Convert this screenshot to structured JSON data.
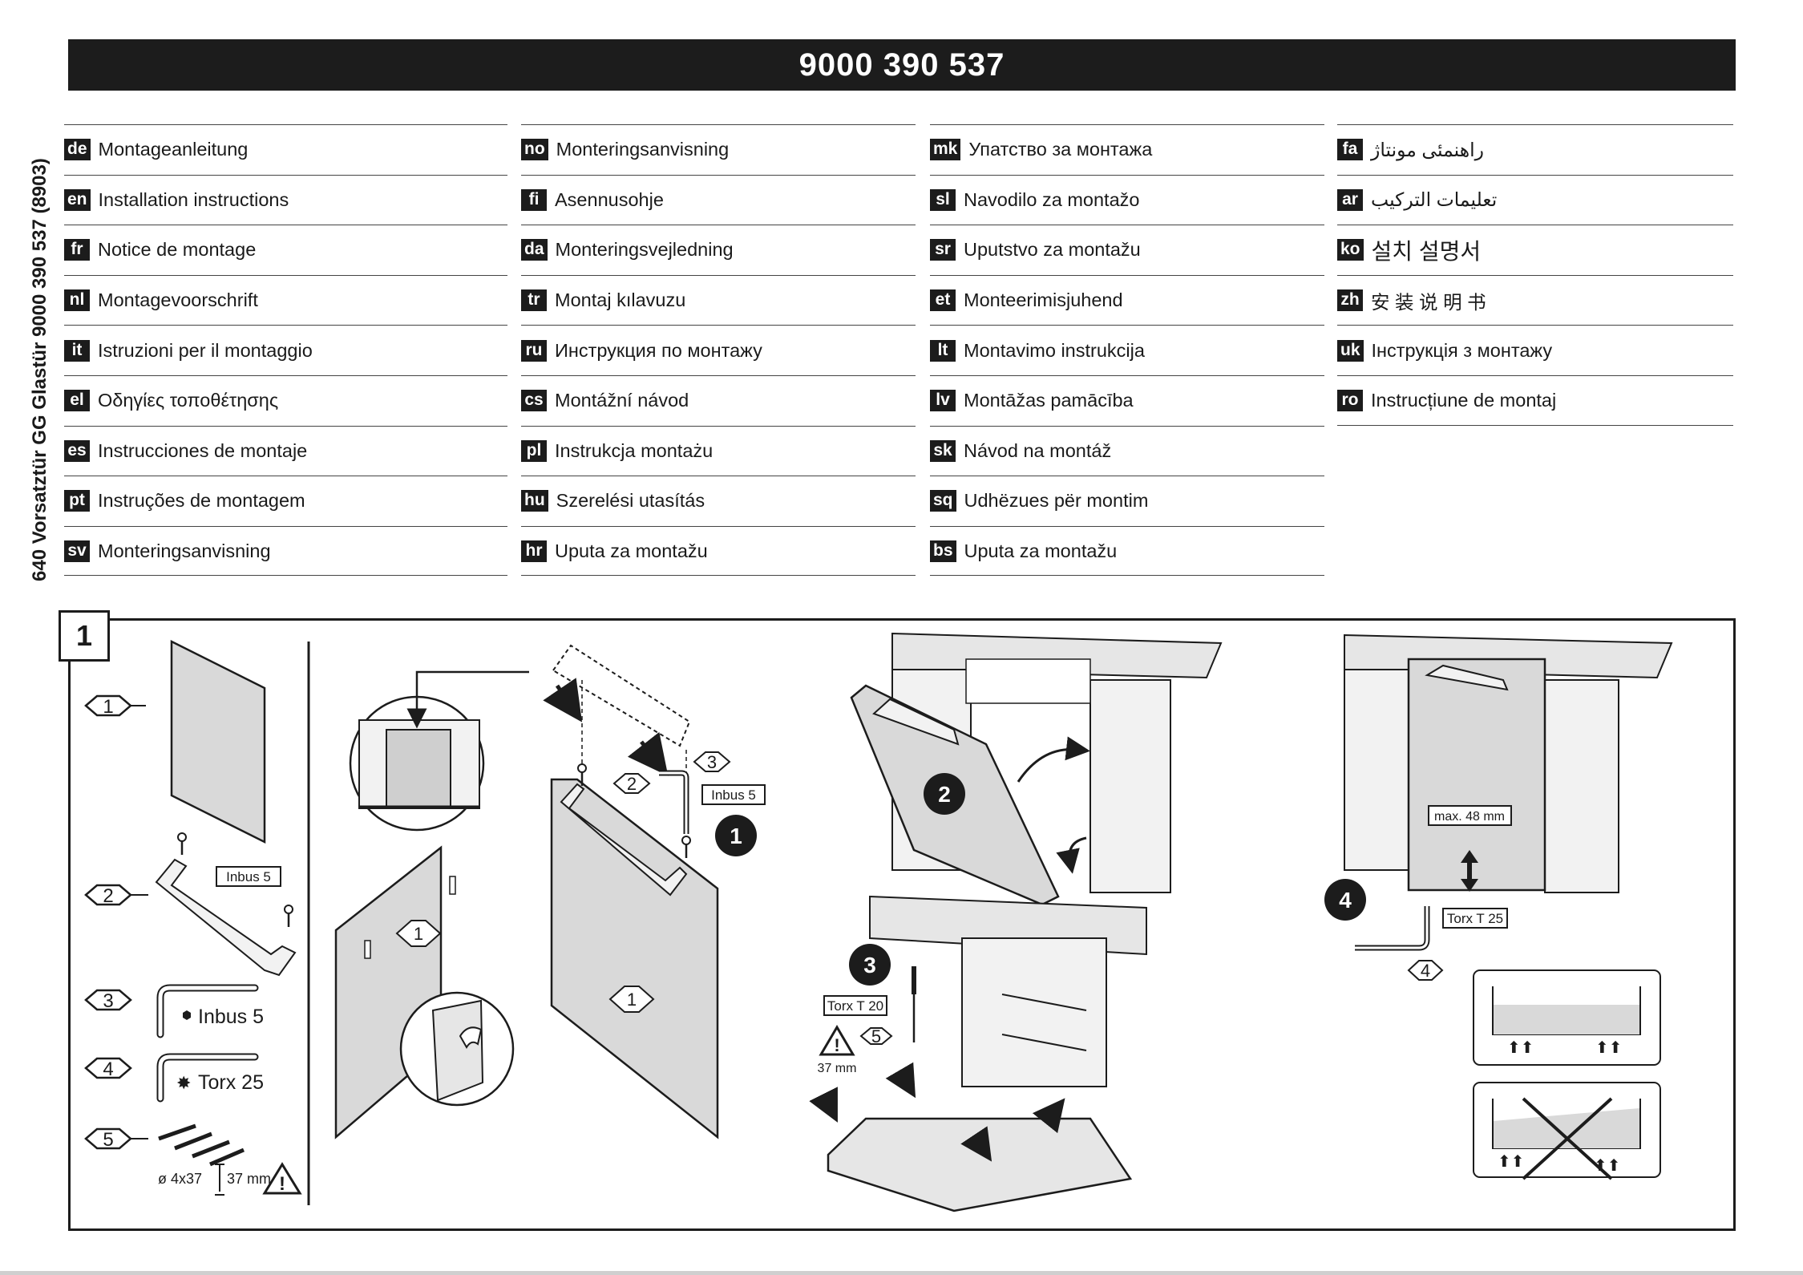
{
  "header": {
    "code": "9000 390 537"
  },
  "side_title": "640 Vorsatztür GG Glastür  9000 390 537  (8903)",
  "languages": [
    [
      {
        "code": "de",
        "label": "Montageanleitung"
      },
      {
        "code": "en",
        "label": "Installation instructions"
      },
      {
        "code": "fr",
        "label": "Notice de montage"
      },
      {
        "code": "nl",
        "label": "Montagevoorschrift"
      },
      {
        "code": "it",
        "label": "Istruzioni per il montaggio"
      },
      {
        "code": "el",
        "label": "Οδηγίες τοποθέτησης"
      },
      {
        "code": "es",
        "label": "Instrucciones de montaje"
      },
      {
        "code": "pt",
        "label": "Instruções de montagem"
      },
      {
        "code": "sv",
        "label": "Monteringsanvisning"
      }
    ],
    [
      {
        "code": "no",
        "label": "Monteringsanvisning"
      },
      {
        "code": "fi",
        "label": "Asennusohje"
      },
      {
        "code": "da",
        "label": "Monteringsvejledning"
      },
      {
        "code": "tr",
        "label": "Montaj kılavuzu"
      },
      {
        "code": "ru",
        "label": "Инструкция по монтажу"
      },
      {
        "code": "cs",
        "label": "Montážní návod"
      },
      {
        "code": "pl",
        "label": "Instrukcja montażu"
      },
      {
        "code": "hu",
        "label": "Szerelési utasítás"
      },
      {
        "code": "hr",
        "label": "Uputa za montažu"
      }
    ],
    [
      {
        "code": "mk",
        "label": "Упатство за монтажа"
      },
      {
        "code": "sl",
        "label": "Navodilo za montažo"
      },
      {
        "code": "sr",
        "label": "Uputstvo za montažu"
      },
      {
        "code": "et",
        "label": "Monteerimisjuhend"
      },
      {
        "code": "lt",
        "label": "Montavimo instrukcija"
      },
      {
        "code": "lv",
        "label": "Montāžas pamācība"
      },
      {
        "code": "sk",
        "label": "Návod na montáž"
      },
      {
        "code": "sq",
        "label": "Udhëzues për montim"
      },
      {
        "code": "bs",
        "label": "Uputa za montažu"
      }
    ],
    [
      {
        "code": "fa",
        "label": "راهنمئی مونتاژ"
      },
      {
        "code": "ar",
        "label": "تعليمات التركيب"
      },
      {
        "code": "ko",
        "label": "설치 설명서"
      },
      {
        "code": "zh",
        "label": "安 装 说 明 书"
      },
      {
        "code": "uk",
        "label": "Інструкція з монтажу"
      },
      {
        "code": "ro",
        "label": "Instrucțiune de montaj"
      }
    ]
  ],
  "figure": {
    "number": "1",
    "parts": {
      "p1": "1",
      "p2": "2",
      "p3": "3",
      "p4": "4",
      "p5": "5",
      "inbus_tag": "Inbus 5",
      "inbus_label": "Inbus 5",
      "torx_label": "Torx 25",
      "screw_size": "ø 4x37",
      "screw_len": "37 mm"
    },
    "step_a": {
      "part1a": "1",
      "part1b": "1",
      "part2": "2",
      "part3": "3",
      "inbus_tag": "Inbus 5",
      "step": "1"
    },
    "step_b": {
      "step": "2"
    },
    "step_c": {
      "step": "3",
      "torx_tag": "Torx T 20",
      "part5": "5",
      "depth": "37 mm"
    },
    "step_d": {
      "step": "4",
      "max_tag": "max. 48 mm",
      "torx_tag": "Torx T 25",
      "part4": "4"
    }
  },
  "colors": {
    "ink": "#1c1c1c",
    "panel": "#d9d9d9",
    "counter": "#e6e6e6"
  }
}
